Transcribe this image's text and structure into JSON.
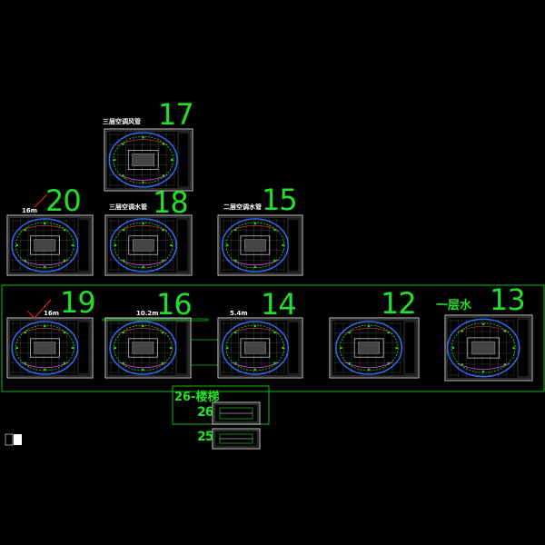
{
  "drawing_labels": {
    "d17": "17",
    "d20": "20",
    "d18": "18",
    "d15": "15",
    "d19": "19",
    "d16": "16",
    "d14": "14",
    "d12": "12",
    "d13": "13",
    "d26": "26",
    "d25": "25"
  },
  "titles": {
    "t17": "三层空调风管",
    "t18": "三层空调水管",
    "t15": "二层空调水管",
    "t20": "16m",
    "t19": "16m",
    "t16": "10.2m",
    "t14": "5.4m",
    "t13": "一层水",
    "t26": "26-楼梯"
  },
  "colors": {
    "background": "#000000",
    "sheet_border": "#ffffff",
    "label_green": "#22e02a",
    "group_frame": "#22e02a",
    "check_mark": "#e02020"
  }
}
